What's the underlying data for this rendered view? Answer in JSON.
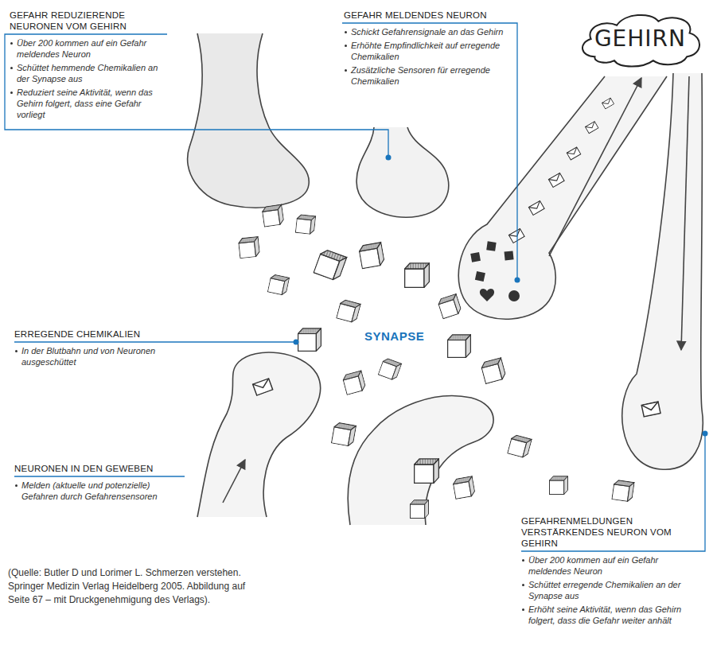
{
  "diagram": {
    "caption": "(Quelle: Butler D und Lorimer L. Schmerzen verstehen. Springer Medizin Verlag Heidelberg 2005. Abbildung auf Seite 67 – mit Druckgenehmigung des Verlags).",
    "nodes": [
      {
        "text": [
          "GEHIRN"
        ]
      }
    ],
    "labels": [
      "GEFAHR REDUZIERENDE NEURONEN VOM GEHIRN",
      "Über 200 kommen auf ein Gefahr meldendes Neuron",
      "Schüttet hemmende Chemikalien an der Synapse aus",
      "Reduziert seine Aktivität, wenn das Gehirn folgert, dass eine Gefahr vorliegt",
      "GEFAHR MELDENDES NEURON",
      "Schickt Gefahrensignale an das Gehirn",
      "Erhöhte Empfindlichkeit auf erregende Chemikalien",
      "Zusätzliche Sensoren für erregende Chemikalien",
      "SYNAPSE",
      "ERREGENDE CHEMIKALIEN",
      "In der Blutbahn und von Neuronen ausgeschüttet",
      "NEURONEN IN DEN GEWEBEN",
      "Melden (aktuelle und potenzielle) Gefahren durch Gefahrensensoren",
      "GEFAHRENMELDUNGEN VERSTÄRKENDES NEURON VOM GEHIRN",
      "Über 200 kommen auf ein Gefahr meldendes Neuron",
      "Schüttet erregende Chemikalien an der Synapse aus",
      "Erhöht seine Aktivität, wenn das Gehirn folgert, dass die Gefahr weiter anhält"
    ]
  }
}
